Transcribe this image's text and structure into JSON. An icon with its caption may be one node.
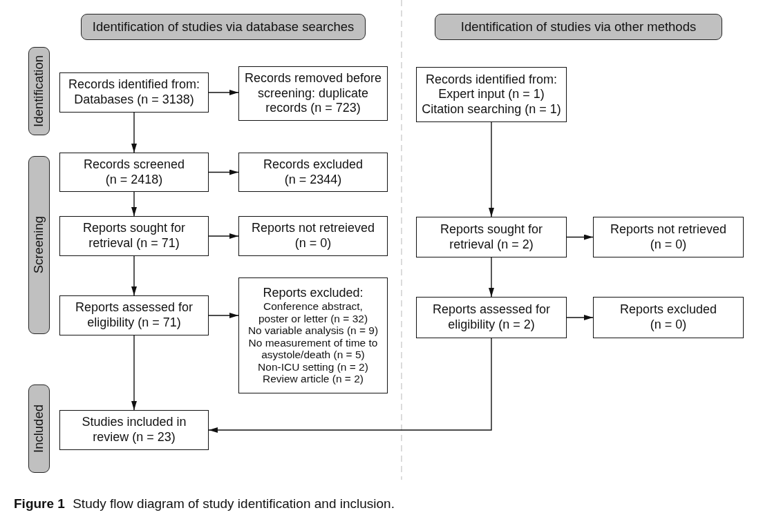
{
  "diagram": {
    "caption": "**Figure 1** Study flow diagram of study identification and inclusion.",
    "nodes": [
      {
        "text": [
          "Identification of studies via database searches"
        ]
      },
      {
        "text": [
          "Identification of studies via other methods"
        ]
      },
      {
        "text": [
          "Identification"
        ]
      },
      {
        "text": [
          "Records identified from: Databases (n = 3138)"
        ]
      },
      {
        "text": [
          "Records removed before screening: duplicate records (n = 723)"
        ]
      },
      {
        "text": [
          "Records identified from: Expert input (n = 1) Citation searching (n = 1)"
        ]
      },
      {
        "text": [
          "Screening"
        ]
      },
      {
        "text": [
          "Records screened (n = 2418)"
        ]
      },
      {
        "text": [
          "Records excluded (n = 2344)"
        ]
      },
      {
        "text": [
          "Reports sought for retrieval (n = 71)"
        ]
      },
      {
        "text": [
          "Reports not retreieved (n = 0)"
        ]
      },
      {
        "text": [
          "Reports sought for retrieval (n = 2)"
        ]
      },
      {
        "text": [
          "Reports not retrieved (n = 0)"
        ]
      },
      {
        "text": [
          "Reports assessed for eligibility (n = 71)"
        ]
      },
      {
        "text": [
          "Reports excluded:",
          "Conference abstract, poster or letter (n = 32)",
          "No variable analysis (n = 9)",
          "No measurement of time to asystole/death (n = 5)",
          "Non-ICU setting (n = 2)",
          "Review article (n = 2)"
        ]
      },
      {
        "text": [
          "Reports assessed for eligibility (n = 2)"
        ]
      },
      {
        "text": [
          "Reports excluded (n = 0)"
        ]
      },
      {
        "text": [
          "Included"
        ]
      },
      {
        "text": [
          "Studies included in review (n = 23)"
        ]
      }
    ],
    "edges": [
      {
        "from": 3,
        "to": 4,
        "arrow": "to"
      },
      {
        "from": 3,
        "to": 7,
        "arrow": "to"
      },
      {
        "from": 5,
        "to": 11,
        "arrow": "to"
      },
      {
        "from": 7,
        "to": 8,
        "arrow": "to"
      },
      {
        "from": 7,
        "to": 9,
        "arrow": "to"
      },
      {
        "from": 9,
        "to": 10,
        "arrow": "to"
      },
      {
        "from": 11,
        "to": 12,
        "arrow": "to"
      },
      {
        "from": 9,
        "to": 13,
        "arrow": "to"
      },
      {
        "from": 11,
        "to": 15,
        "arrow": "to"
      },
      {
        "from": 13,
        "to": 14,
        "arrow": "to"
      },
      {
        "from": 15,
        "to": 16,
        "arrow": "to"
      },
      {
        "from": 13,
        "to": 18,
        "arrow": "to"
      },
      {
        "from": 15,
        "to": 18,
        "arrow": "to"
      }
    ]
  }
}
